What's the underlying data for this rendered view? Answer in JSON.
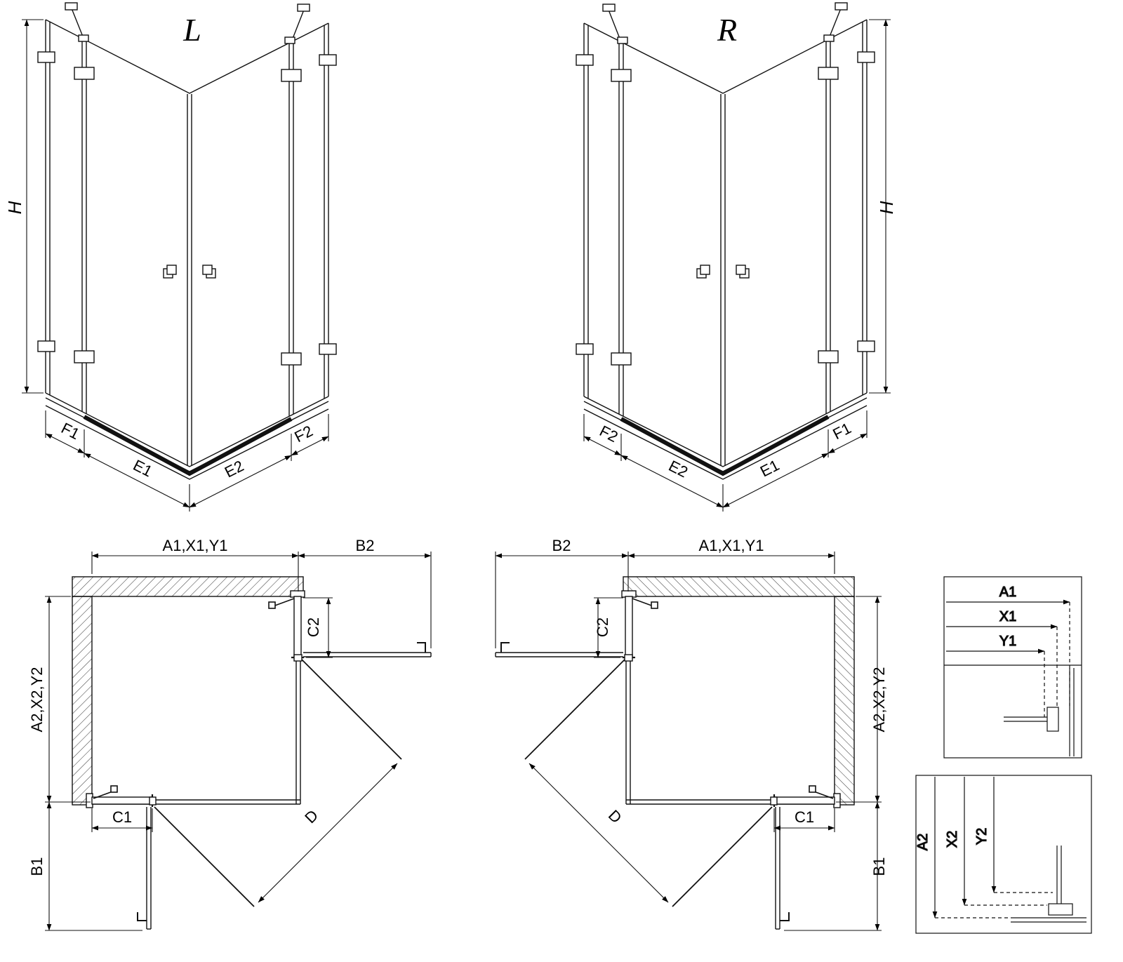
{
  "page": {
    "background": "#ffffff",
    "line_color": "#111111"
  },
  "perspective_left": {
    "title": "L",
    "height_label": "H",
    "bottom_segments": [
      "F1",
      "E1",
      "E2",
      "F2"
    ]
  },
  "perspective_right": {
    "title": "R",
    "height_label": "H",
    "bottom_segments": [
      "F2",
      "E2",
      "E1",
      "F1"
    ]
  },
  "plan_labels": {
    "width_top": "A1,X1,Y1",
    "door_clearance_top": "B2",
    "fixed_panel_side": "C2",
    "depth_side": "A2,X2,Y2",
    "fixed_panel_front": "C1",
    "door_clearance_front": "B1",
    "entry_diagonal": "D"
  },
  "detail_width": {
    "labels": [
      "A1",
      "X1",
      "Y1"
    ]
  },
  "detail_depth": {
    "labels": [
      "A2",
      "X2",
      "Y2"
    ]
  }
}
